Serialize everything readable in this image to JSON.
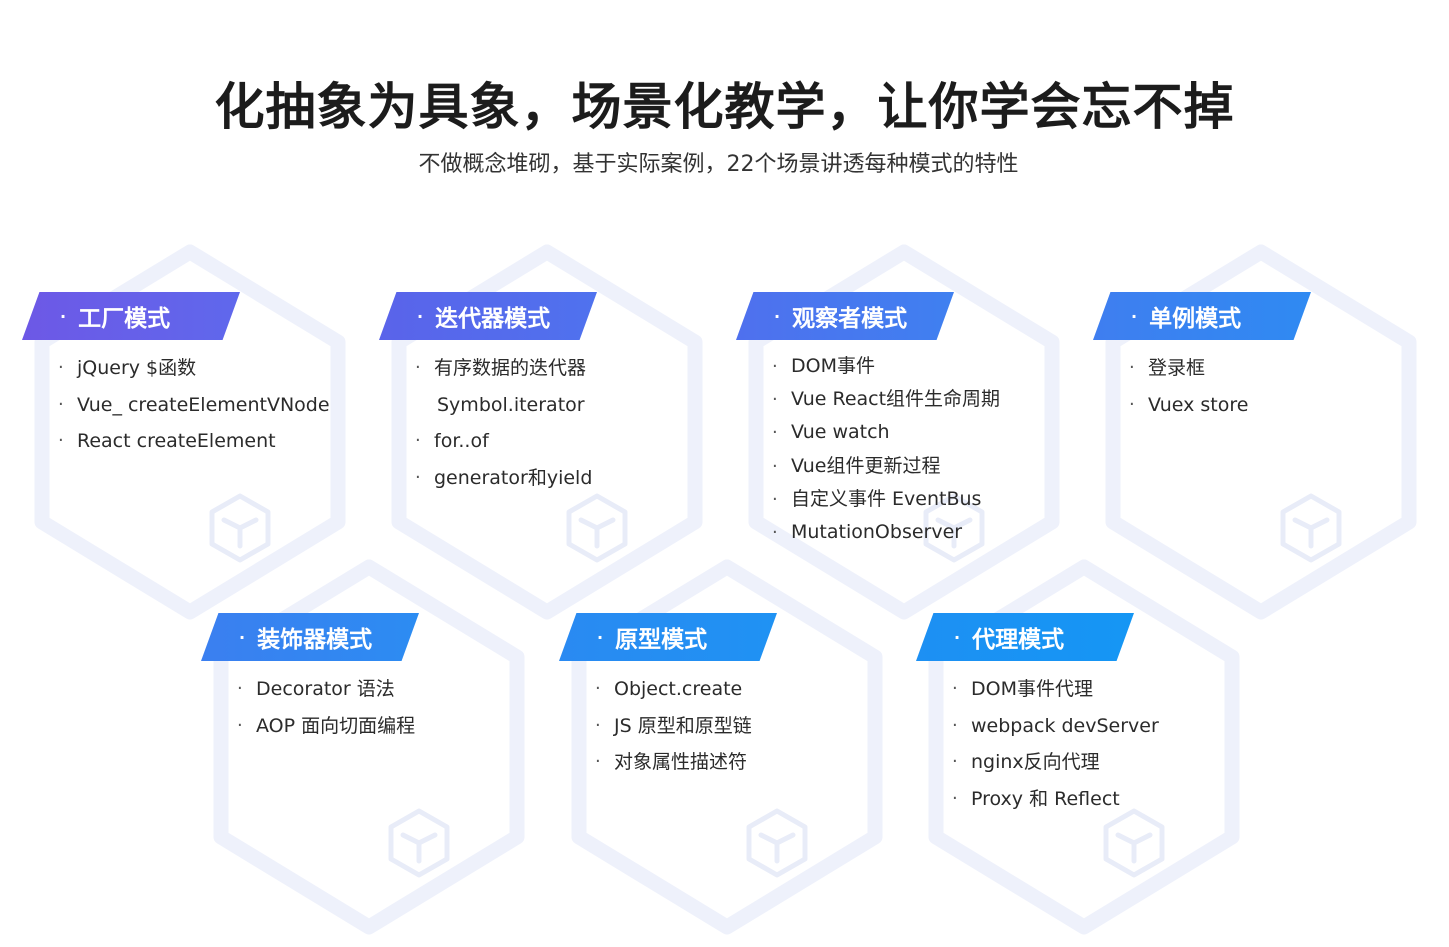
{
  "heading": {
    "title": "化抽象为具象，场景化教学，让你学会忘不掉",
    "subtitle": "不做概念堆砌，基于实际案例，22个场景讲透每种模式的特性"
  },
  "colors": {
    "tag_gradient_start": "#6a5be8",
    "tag_gradient_end": "#1a8cf0",
    "hex_outline": "#eef1fb",
    "watermark": "#e8ecf8"
  },
  "patterns": [
    {
      "name": "工厂模式",
      "items": [
        {
          "text": "jQuery $函数",
          "continuation": false
        },
        {
          "text": "Vue_ createElementVNode",
          "continuation": false
        },
        {
          "text": "React createElement",
          "continuation": false
        }
      ]
    },
    {
      "name": "迭代器模式",
      "items": [
        {
          "text": "有序数据的迭代器",
          "continuation": false
        },
        {
          "text": "Symbol.iterator",
          "continuation": true
        },
        {
          "text": "for..of",
          "continuation": false
        },
        {
          "text": "generator和yield",
          "continuation": false
        }
      ]
    },
    {
      "name": "观察者模式",
      "items": [
        {
          "text": "DOM事件",
          "continuation": false
        },
        {
          "text": "Vue React组件生命周期",
          "continuation": false
        },
        {
          "text": "Vue watch",
          "continuation": false
        },
        {
          "text": "Vue组件更新过程",
          "continuation": false
        },
        {
          "text": "自定义事件 EventBus",
          "continuation": false
        },
        {
          "text": "MutationObserver",
          "continuation": false
        }
      ]
    },
    {
      "name": "单例模式",
      "items": [
        {
          "text": "登录框",
          "continuation": false
        },
        {
          "text": "Vuex store",
          "continuation": false
        }
      ]
    },
    {
      "name": "装饰器模式",
      "items": [
        {
          "text": "Decorator 语法",
          "continuation": false
        },
        {
          "text": "AOP 面向切面编程",
          "continuation": false
        }
      ]
    },
    {
      "name": "原型模式",
      "items": [
        {
          "text": "Object.create",
          "continuation": false
        },
        {
          "text": "JS 原型和原型链",
          "continuation": false
        },
        {
          "text": "对象属性描述符",
          "continuation": false
        }
      ]
    },
    {
      "name": "代理模式",
      "items": [
        {
          "text": "DOM事件代理",
          "continuation": false
        },
        {
          "text": "webpack devServer",
          "continuation": false
        },
        {
          "text": "nginx反向代理",
          "continuation": false
        },
        {
          "text": "Proxy 和 Reflect",
          "continuation": false
        }
      ]
    }
  ]
}
